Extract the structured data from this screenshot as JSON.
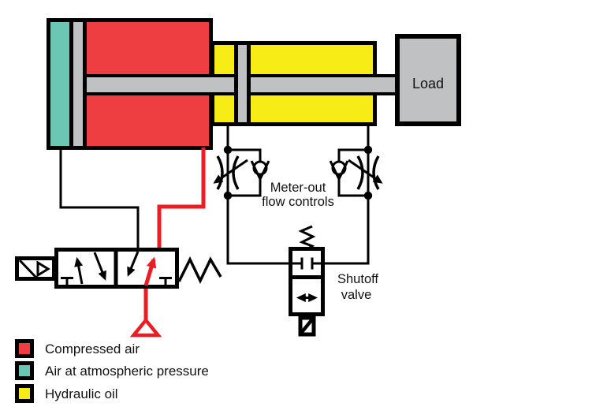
{
  "diagram": {
    "kind": "air-oil-cylinder-circuit",
    "labels": {
      "load": "Load",
      "meter_out": {
        "line1": "Meter-out",
        "line2": "flow controls"
      },
      "shutoff": {
        "line1": "Shutoff",
        "line2": "valve"
      }
    },
    "legend": {
      "items": [
        {
          "label": "Compressed air",
          "color": "#EF3E42"
        },
        {
          "label": "Air at atmospheric pressure",
          "color": "#6BC6B4"
        },
        {
          "label": "Hydraulic oil",
          "color": "#F8EC16"
        }
      ]
    },
    "colors": {
      "compressed_air": "#EF3E42",
      "atmospheric_air": "#6BC6B4",
      "hydraulic_oil": "#F8EC16",
      "metal_gray": "#BFC1C3",
      "active_line_red": "#EC1C24",
      "line_black": "#000000",
      "background": "#FFFFFF"
    }
  }
}
